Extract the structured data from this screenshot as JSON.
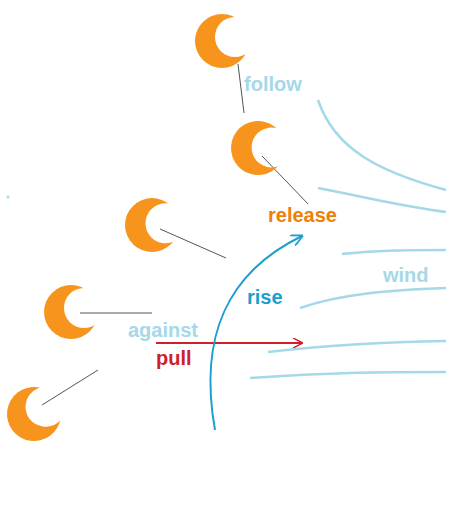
{
  "diagram": {
    "labels": [
      "follow",
      "release",
      "wind",
      "rise",
      "against",
      "pull"
    ]
  }
}
